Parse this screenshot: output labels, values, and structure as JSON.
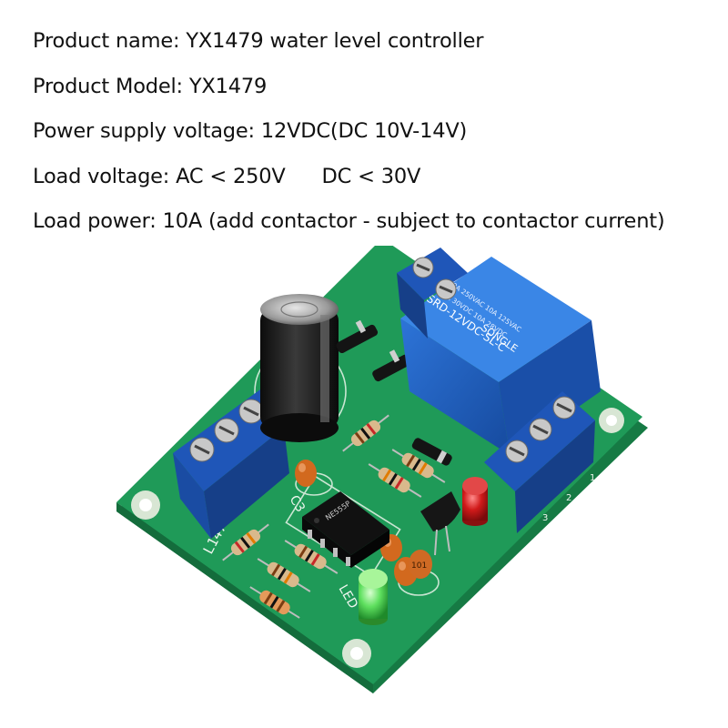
{
  "specs": {
    "name": "Product name: YX1479 water level controller",
    "model": "Product Model: YX1479",
    "supply": "Power supply voltage: 12VDC(DC 10V-14V)",
    "load_voltage_ac": "Load voltage: AC < 250V",
    "load_voltage_dc": "DC < 30V",
    "load_power": "Load power: 10A (add contactor - subject to contactor current)"
  },
  "board": {
    "silkscreen_id": "L1479",
    "silkscreen_led": "LED",
    "silkscreen_c3": "C3",
    "relay_model": "SRD-12VDC-SL-C",
    "relay_brand": "SONGLE",
    "relay_rating_1": "10A 250VAC 10A 125VAC",
    "relay_rating_2": "10A 30VDC 10A 28VDC",
    "ic_marking": "NE555P",
    "cap_value": "101",
    "terminal_pins": [
      "1",
      "2",
      "3"
    ]
  },
  "colors": {
    "pcb": "#1f9a58",
    "pcb_dark": "#167a44",
    "terminal_blue": "#1f56b8",
    "relay_blue": "#1d5fc4",
    "led_red": "#d01a1a",
    "led_green": "#4ed84e"
  }
}
